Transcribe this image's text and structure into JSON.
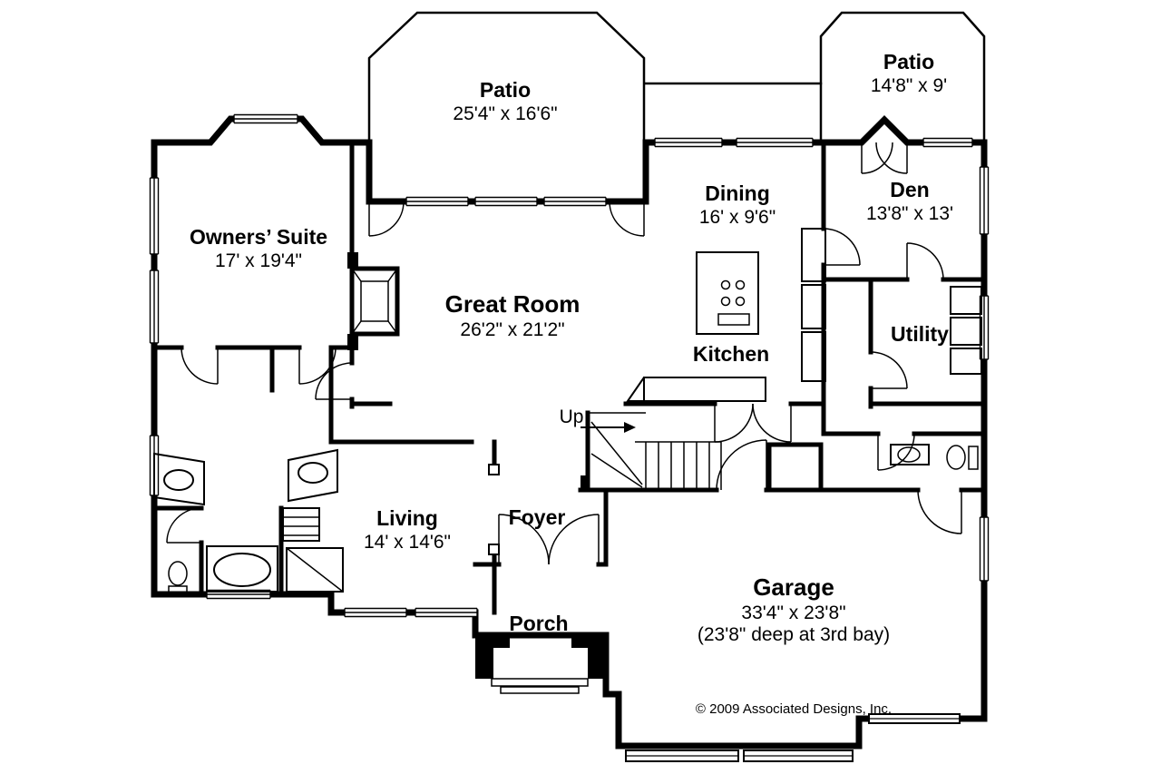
{
  "rooms": [
    {
      "name": "Patio",
      "dims": "25'4\" x 16'6\""
    },
    {
      "name": "Patio",
      "dims": "14'8\" x 9'"
    },
    {
      "name": "Owners’ Suite",
      "dims": "17' x 19'4\""
    },
    {
      "name": "Great Room",
      "dims": "26'2\" x 21'2\""
    },
    {
      "name": "Dining",
      "dims": "16' x 9'6\""
    },
    {
      "name": "Den",
      "dims": "13'8\" x 13'"
    },
    {
      "name": "Utility"
    },
    {
      "name": "Kitchen"
    },
    {
      "name": "Up"
    },
    {
      "name": "Living",
      "dims": "14' x 14'6\""
    },
    {
      "name": "Foyer"
    },
    {
      "name": "Porch"
    },
    {
      "name": "Garage",
      "dims": "33'4\" x 23'8\"",
      "note": "(23'8\" deep at 3rd bay)"
    }
  ],
  "footer": {
    "copyright": "© 2009 Associated Designs, Inc."
  },
  "colors": {
    "ink": "#000000",
    "paper": "#ffffff"
  }
}
